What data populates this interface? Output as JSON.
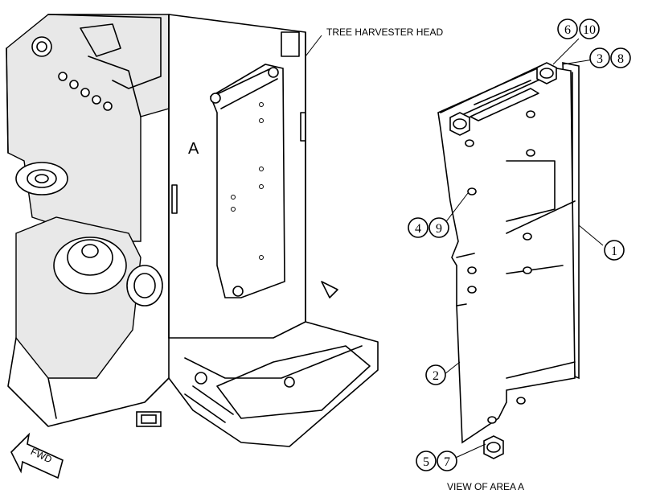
{
  "labels": {
    "title": "TREE HARVESTER HEAD",
    "area_marker": "A",
    "view_caption": "VIEW OF AREA  A",
    "fwd": "FWD"
  },
  "callouts": [
    {
      "id": "c6",
      "text": "6"
    },
    {
      "id": "c10",
      "text": "10"
    },
    {
      "id": "c3",
      "text": "3"
    },
    {
      "id": "c8",
      "text": "8"
    },
    {
      "id": "c4",
      "text": "4"
    },
    {
      "id": "c9",
      "text": "9"
    },
    {
      "id": "c1",
      "text": "1"
    },
    {
      "id": "c2",
      "text": "2"
    },
    {
      "id": "c5",
      "text": "5"
    },
    {
      "id": "c7",
      "text": "7"
    }
  ]
}
